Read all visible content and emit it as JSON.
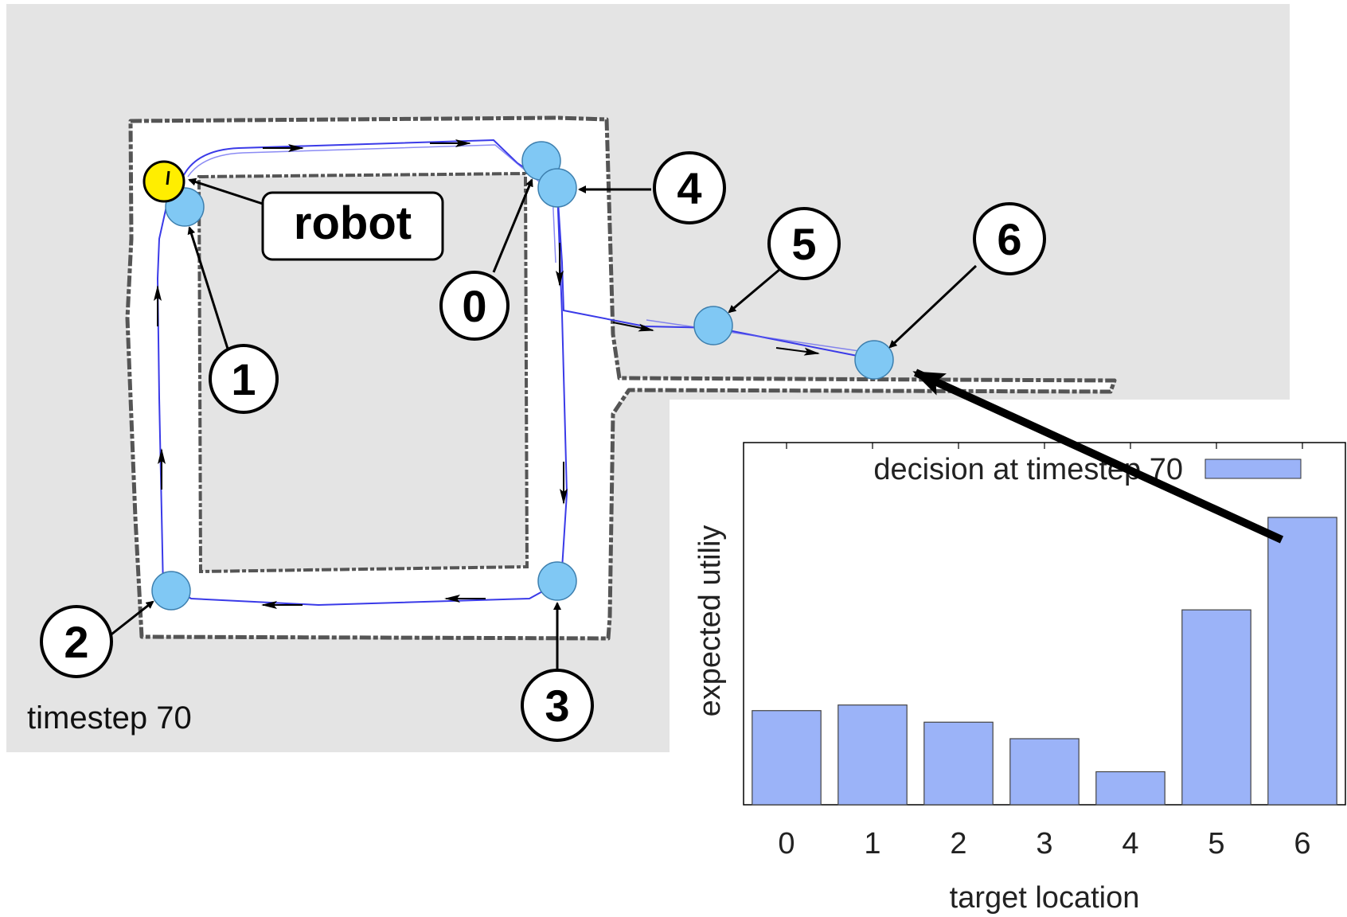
{
  "map": {
    "timestep_label": "timestep 70",
    "robot_label": "robot",
    "targets": [
      {
        "id": "0",
        "label": "0"
      },
      {
        "id": "1",
        "label": "1"
      },
      {
        "id": "2",
        "label": "2"
      },
      {
        "id": "3",
        "label": "3"
      },
      {
        "id": "4",
        "label": "4"
      },
      {
        "id": "5",
        "label": "5"
      },
      {
        "id": "6",
        "label": "6"
      }
    ],
    "colors": {
      "background": "#e4e4e4",
      "corridor": "#ffffff",
      "path": "#3a3ae8",
      "target": "#80c8f4",
      "robot": "#ffee00"
    }
  },
  "chart_data": {
    "type": "bar",
    "categories": [
      "0",
      "1",
      "2",
      "3",
      "4",
      "5",
      "6"
    ],
    "series": [
      {
        "name": "decision at timestep 70",
        "values": [
          0.285,
          0.302,
          0.25,
          0.2,
          0.1,
          0.59,
          0.87
        ]
      }
    ],
    "xlabel": "target location",
    "ylabel": "expected utiliy",
    "ylim": [
      0,
      1
    ],
    "bar_color": "#9bb3f8",
    "legend_position": "top-right",
    "grid": false
  }
}
